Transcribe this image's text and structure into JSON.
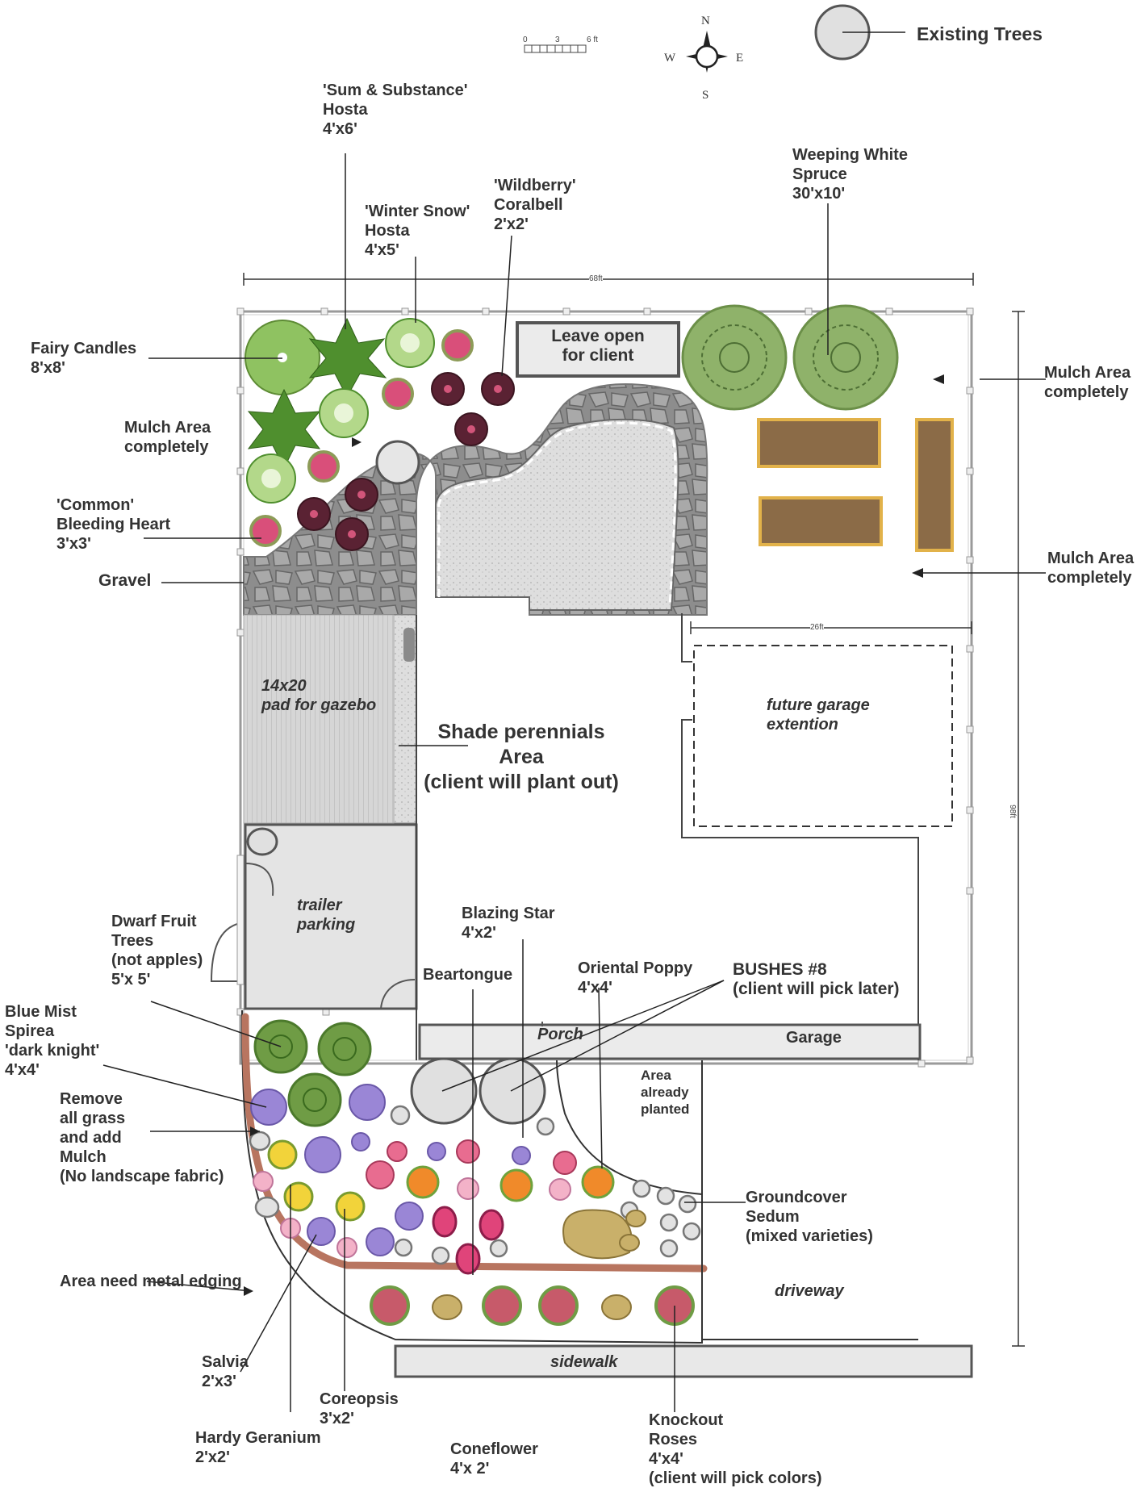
{
  "scale_bar": {
    "ticks": [
      "0",
      "3",
      "6 ft"
    ]
  },
  "compass": {
    "n": "N",
    "s": "S",
    "e": "E",
    "w": "W"
  },
  "legend": {
    "existing_trees": "Existing Trees"
  },
  "dimensions": {
    "width_top": "68ft",
    "height_right": "98ft",
    "garage_width": "26ft"
  },
  "areas": {
    "leave_open": "Leave open\nfor client",
    "gazebo_pad": "14x20\npad for gazebo",
    "shade_area": "Shade perennials\nArea\n(client will plant out)",
    "garage_extension": "future garage\nextention",
    "trailer_parking": "trailer\nparking",
    "porch": "Porch",
    "garage": "Garage",
    "area_planted": "Area\nalready\nplanted",
    "driveway": "driveway",
    "sidewalk": "sidewalk"
  },
  "callouts": {
    "sum_substance": "'Sum & Substance'\nHosta\n4'x6'",
    "winter_snow": "'Winter Snow'\nHosta\n4'x5'",
    "wildberry": "'Wildberry'\nCoralbell\n2'x2'",
    "weeping_spruce": "Weeping White\nSpruce\n30'x10'",
    "fairy_candles": "Fairy Candles\n8'x8'",
    "mulch_left": "Mulch Area\ncompletely",
    "mulch_right_top": "Mulch Area\ncompletely",
    "mulch_right_bottom": "Mulch Area\ncompletely",
    "bleeding_heart": "'Common'\nBleeding Heart\n3'x3'",
    "gravel": "Gravel",
    "dwarf_fruit": "Dwarf Fruit\nTrees\n(not apples)\n5'x 5'",
    "blue_mist": "Blue Mist\nSpirea\n'dark knight'\n4'x4'",
    "remove_grass": "Remove\nall grass\nand add\nMulch\n(No landscape fabric)",
    "metal_edging": "Area need metal edging",
    "blazing_star": "Blazing Star\n4'x2'",
    "beartongue": "Beartongue",
    "oriental_poppy": "Oriental Poppy\n4'x4'",
    "bushes": "BUSHES #8\n(client will pick later)",
    "groundcover": "Groundcover\nSedum\n(mixed varieties)",
    "salvia": "Salvia\n2'x3'",
    "coreopsis": "Coreopsis\n3'x2'",
    "hardy_geranium": "Hardy Geranium\n2'x2'",
    "coneflower": "Coneflower\n4'x 2'",
    "knockout_roses": "Knockout\nRoses\n4'x4'\n(client will pick colors)"
  },
  "colors": {
    "edging": "#b87560",
    "raised_bed_fill": "#8b6b47",
    "raised_bed_border": "#e2b24a",
    "gravel": "#8a8a8a",
    "patio": "#d7d7d7",
    "shrub": "#6f9c45",
    "hosta": "#4f8f2e",
    "coralbell": "#5a2233",
    "pink_flower": "#d94f7a"
  }
}
